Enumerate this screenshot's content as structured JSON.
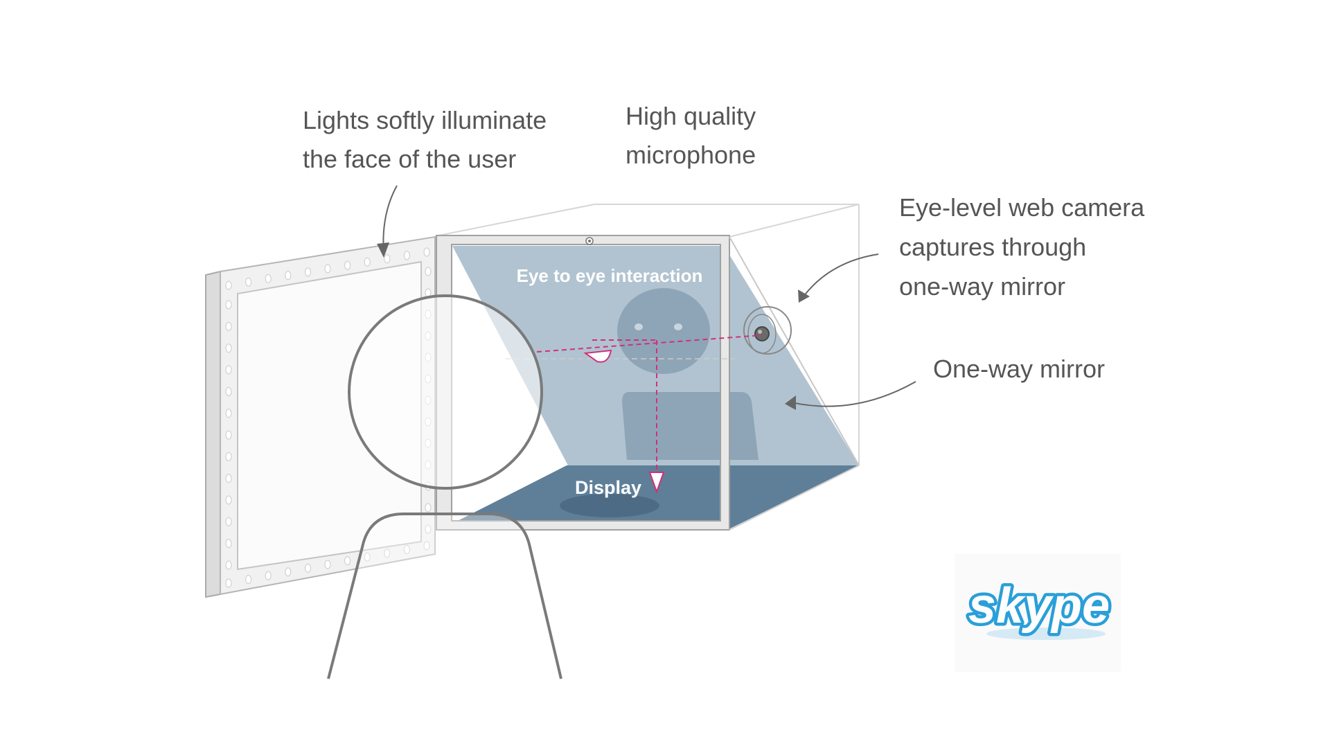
{
  "diagram": {
    "annotations": {
      "lights": [
        "Lights softly illuminate",
        "the face of the user"
      ],
      "microphone": [
        "High quality",
        "microphone"
      ],
      "camera": [
        "Eye-level web camera",
        "captures through",
        "one-way mirror"
      ],
      "mirror": [
        "One-way mirror"
      ]
    },
    "inner_labels": {
      "interaction": "Eye to eye interaction",
      "display": "Display"
    },
    "logo": {
      "text": "skype"
    },
    "colors": {
      "text": "#555555",
      "outline": "#888888",
      "mirror": "#a9bccb",
      "display": "#5f7f99",
      "ray": "#d0307a",
      "frame": "#e8e8e8",
      "logo": "#2a9fd8"
    },
    "icons": [
      "light-panel-icon",
      "user-silhouette-icon",
      "web-camera-icon",
      "microphone-icon",
      "skype-logo-icon"
    ]
  }
}
